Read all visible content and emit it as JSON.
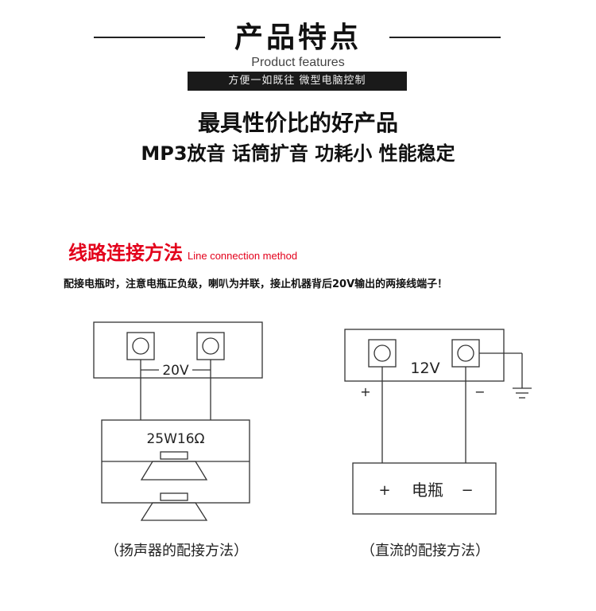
{
  "header": {
    "title": "产品特点",
    "subtitle_en": "Product features",
    "tagline": "方便一如既往  微型电脑控制"
  },
  "headline": "最具性价比的好产品",
  "subline": "MP3放音 话筒扩音 功耗小 性能稳定",
  "section": {
    "title_cn": "线路连接方法",
    "title_en": "Line connection method",
    "instruction": "配接电瓶时，注意电瓶正负级，喇叭为并联，接止机器背后20V输出的两接线端子！"
  },
  "diagram_left": {
    "voltage_label": "20V",
    "speaker_label": "25W16Ω",
    "caption": "（扬声器的配接方法）"
  },
  "diagram_right": {
    "voltage_label": "12V",
    "plus_terminal": "+",
    "minus_terminal": "−",
    "battery_plus": "+",
    "battery_label": "电瓶",
    "battery_minus": "−",
    "caption": "（直流的配接方法）"
  },
  "colors": {
    "accent": "#e3001b",
    "dark": "#1a1a1a",
    "line": "#333333"
  }
}
